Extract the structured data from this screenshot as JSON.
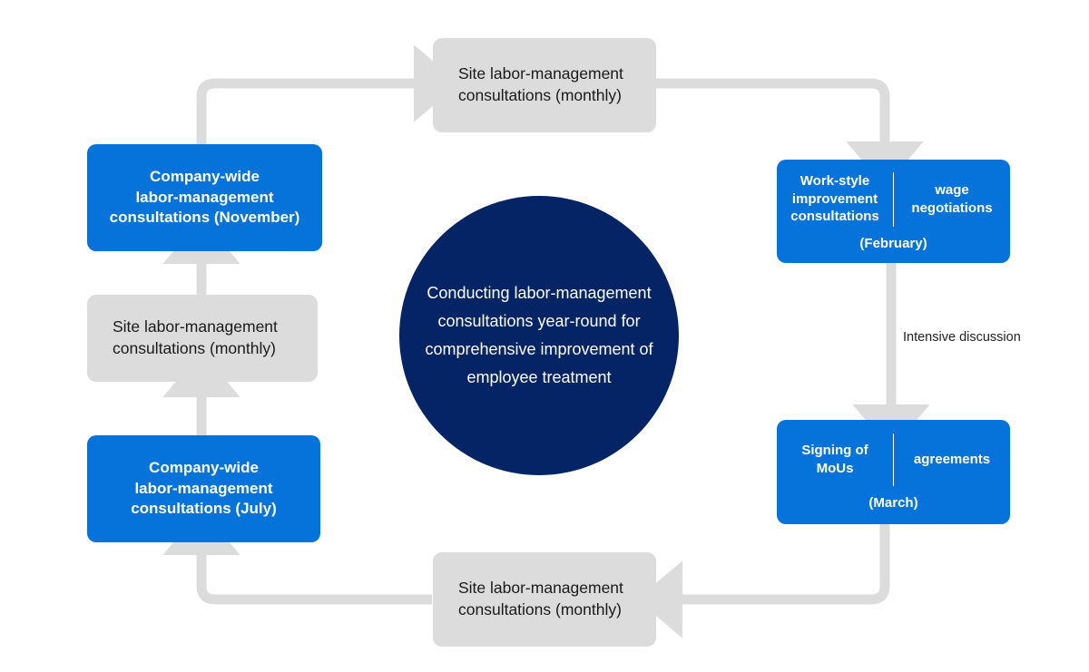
{
  "diagram": {
    "title": "Conducting labor-management consultations year-round for comprehensive improvement of employee treatment",
    "colors": {
      "blue": "#0573D9",
      "navy": "#042465",
      "grey": "#DCDCDC",
      "arrow": "#DCDCDC",
      "text_dark": "#1a1a1a",
      "text_light": "#ffffff"
    },
    "hub": {
      "text": "Conducting labor-management\nconsultations year-round for\ncomprehensive improvement of\nemployee treatment"
    },
    "nodes": {
      "top_monthly": {
        "label": "Site labor-management\nconsultations (monthly)"
      },
      "february": {
        "left": "Work-style\nimprovement\nconsultations",
        "right": "wage\nnegotiations",
        "month": "(February)"
      },
      "march": {
        "left": "Signing of MoUs",
        "right": "agreements",
        "month": "(March)"
      },
      "bottom_monthly": {
        "label": "Site labor-management\nconsultations (monthly)"
      },
      "july": {
        "label": "Company-wide\nlabor-management\nconsultations (July)"
      },
      "left_monthly": {
        "label": "Site labor-management\nconsultations (monthly)"
      },
      "november": {
        "label": "Company-wide\nlabor-management\nconsultations (November)"
      }
    },
    "edges": {
      "intensive_discussion": "Intensive discussion"
    }
  }
}
